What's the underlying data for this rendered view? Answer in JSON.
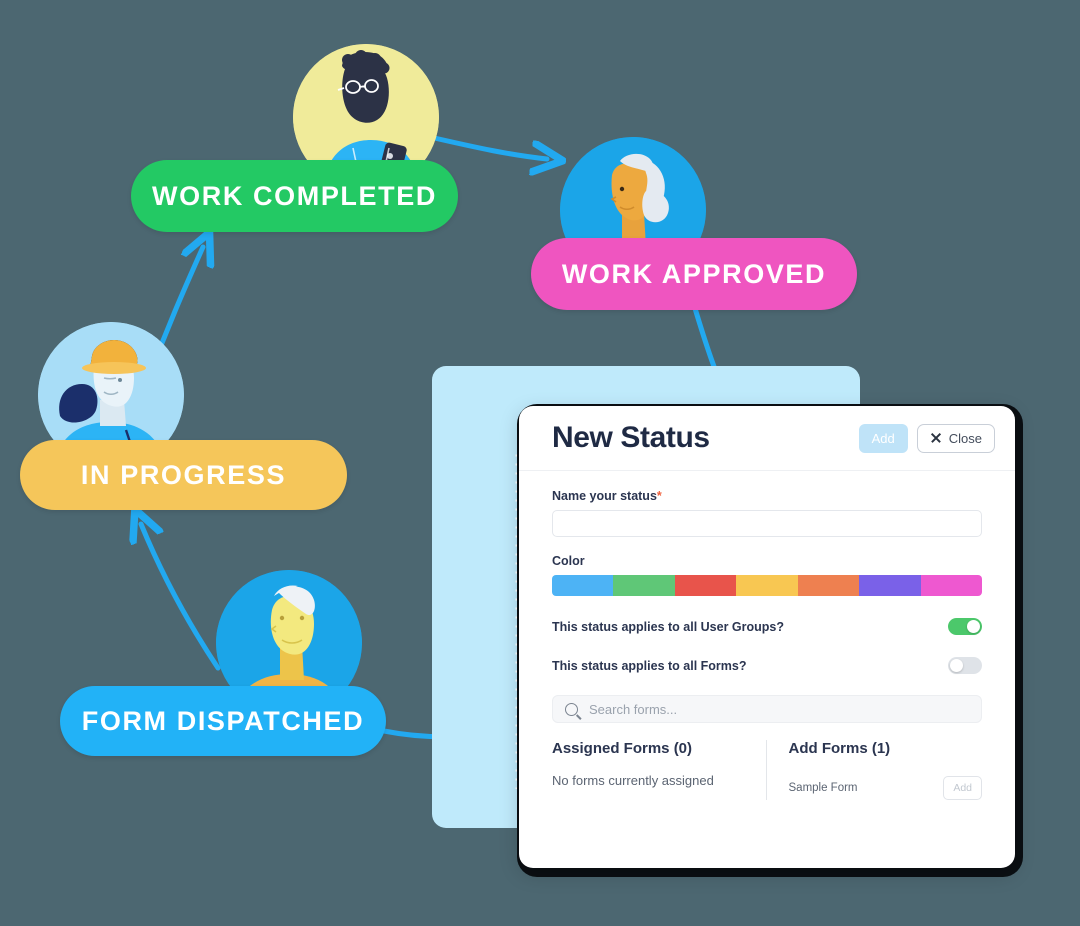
{
  "background_color": "#4c6771",
  "workflow": {
    "steps": [
      {
        "id": "form-dispatched",
        "label": "FORM DISPATCHED",
        "color": "#22b2f7"
      },
      {
        "id": "in-progress",
        "label": "IN PROGRESS",
        "color": "#f5c65a"
      },
      {
        "id": "work-completed",
        "label": "WORK COMPLETED",
        "color": "#23c964"
      },
      {
        "id": "work-approved",
        "label": "WORK APPROVED",
        "color": "#ef55c0"
      }
    ],
    "arrow_color": "#22a9f0",
    "avatars": [
      {
        "id": "dispatcher",
        "icon": "avatar-elderly-person-icon",
        "circle_color": "#1ba5e8"
      },
      {
        "id": "worker",
        "icon": "avatar-hardhat-worker-icon",
        "circle_color": "#a8ddf7"
      },
      {
        "id": "phone-person",
        "icon": "avatar-person-with-phone-icon",
        "circle_color": "#f0eb9a"
      },
      {
        "id": "approver",
        "icon": "avatar-senior-woman-icon",
        "circle_color": "#1ba5e8"
      }
    ]
  },
  "modal": {
    "title": "New Status",
    "header": {
      "add_label": "Add",
      "close_label": "Close",
      "close_icon": "close-x-icon"
    },
    "name_field": {
      "label": "Name your status",
      "required_marker": "*",
      "value": "",
      "placeholder": ""
    },
    "color_section": {
      "label": "Color",
      "swatches": [
        {
          "name": "blue",
          "hex": "#4db3f5"
        },
        {
          "name": "green",
          "hex": "#5fc777"
        },
        {
          "name": "red",
          "hex": "#e8544b"
        },
        {
          "name": "yellow",
          "hex": "#f8c752"
        },
        {
          "name": "orange",
          "hex": "#ee8050"
        },
        {
          "name": "purple",
          "hex": "#7a61e8"
        },
        {
          "name": "magenta",
          "hex": "#ee58d0"
        }
      ]
    },
    "toggles": [
      {
        "label": "This status applies to all User Groups?",
        "state": "on",
        "on_color": "#4cc86b"
      },
      {
        "label": "This status applies to all Forms?",
        "state": "off",
        "off_color": "#dfe3e8"
      }
    ],
    "search": {
      "placeholder": "Search forms...",
      "value": "",
      "icon": "search-icon"
    },
    "assigned_forms": {
      "title": "Assigned Forms (0)",
      "empty_text": "No forms currently assigned"
    },
    "add_forms": {
      "title": "Add Forms (1)",
      "items": [
        {
          "name": "Sample Form",
          "action_label": "Add"
        }
      ]
    }
  }
}
